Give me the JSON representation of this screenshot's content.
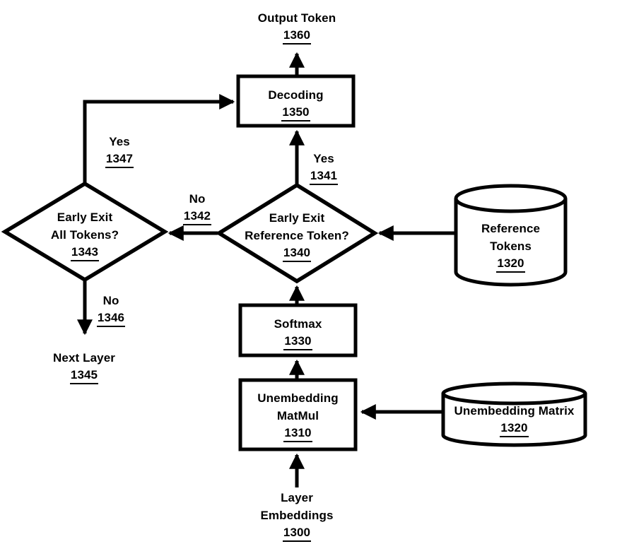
{
  "figure": {
    "background": "#ffffff",
    "stroke_color": "#000000"
  },
  "nodes": {
    "output_token": {
      "line1": "Output Token",
      "ref": "1360"
    },
    "decoding": {
      "line1": "Decoding",
      "ref": "1350"
    },
    "early_exit_all": {
      "line1": "Early Exit",
      "line2": "All Tokens?",
      "ref": "1343"
    },
    "early_exit_ref": {
      "line1": "Early Exit",
      "line2": "Reference Token?",
      "ref": "1340"
    },
    "reference_tokens": {
      "line1": "Reference",
      "line2": "Tokens",
      "ref": "1320"
    },
    "softmax": {
      "line1": "Softmax",
      "ref": "1330"
    },
    "unembedding_matmul": {
      "line1": "Unembedding",
      "line2": "MatMul",
      "ref": "1310"
    },
    "unembedding_matrix": {
      "line1": "Unembedding Matrix",
      "ref": "1320"
    },
    "next_layer": {
      "line1": "Next Layer",
      "ref": "1345"
    },
    "layer_embeddings": {
      "line1": "Layer",
      "line2": "Embeddings",
      "ref": "1300"
    }
  },
  "edge_labels": {
    "yes_1347": {
      "word": "Yes",
      "ref": "1347"
    },
    "yes_1341": {
      "word": "Yes",
      "ref": "1341"
    },
    "no_1342": {
      "word": "No",
      "ref": "1342"
    },
    "no_1346": {
      "word": "No",
      "ref": "1346"
    }
  }
}
